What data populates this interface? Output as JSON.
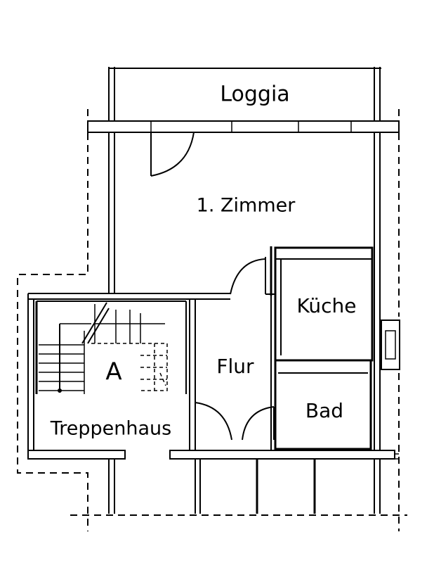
{
  "plan": {
    "rooms": {
      "loggia": "Loggia",
      "zimmer": "1. Zimmer",
      "kueche": "Küche",
      "flur": "Flur",
      "bad": "Bad",
      "stair_mark": "A",
      "treppenhaus": "Treppenhaus"
    }
  }
}
